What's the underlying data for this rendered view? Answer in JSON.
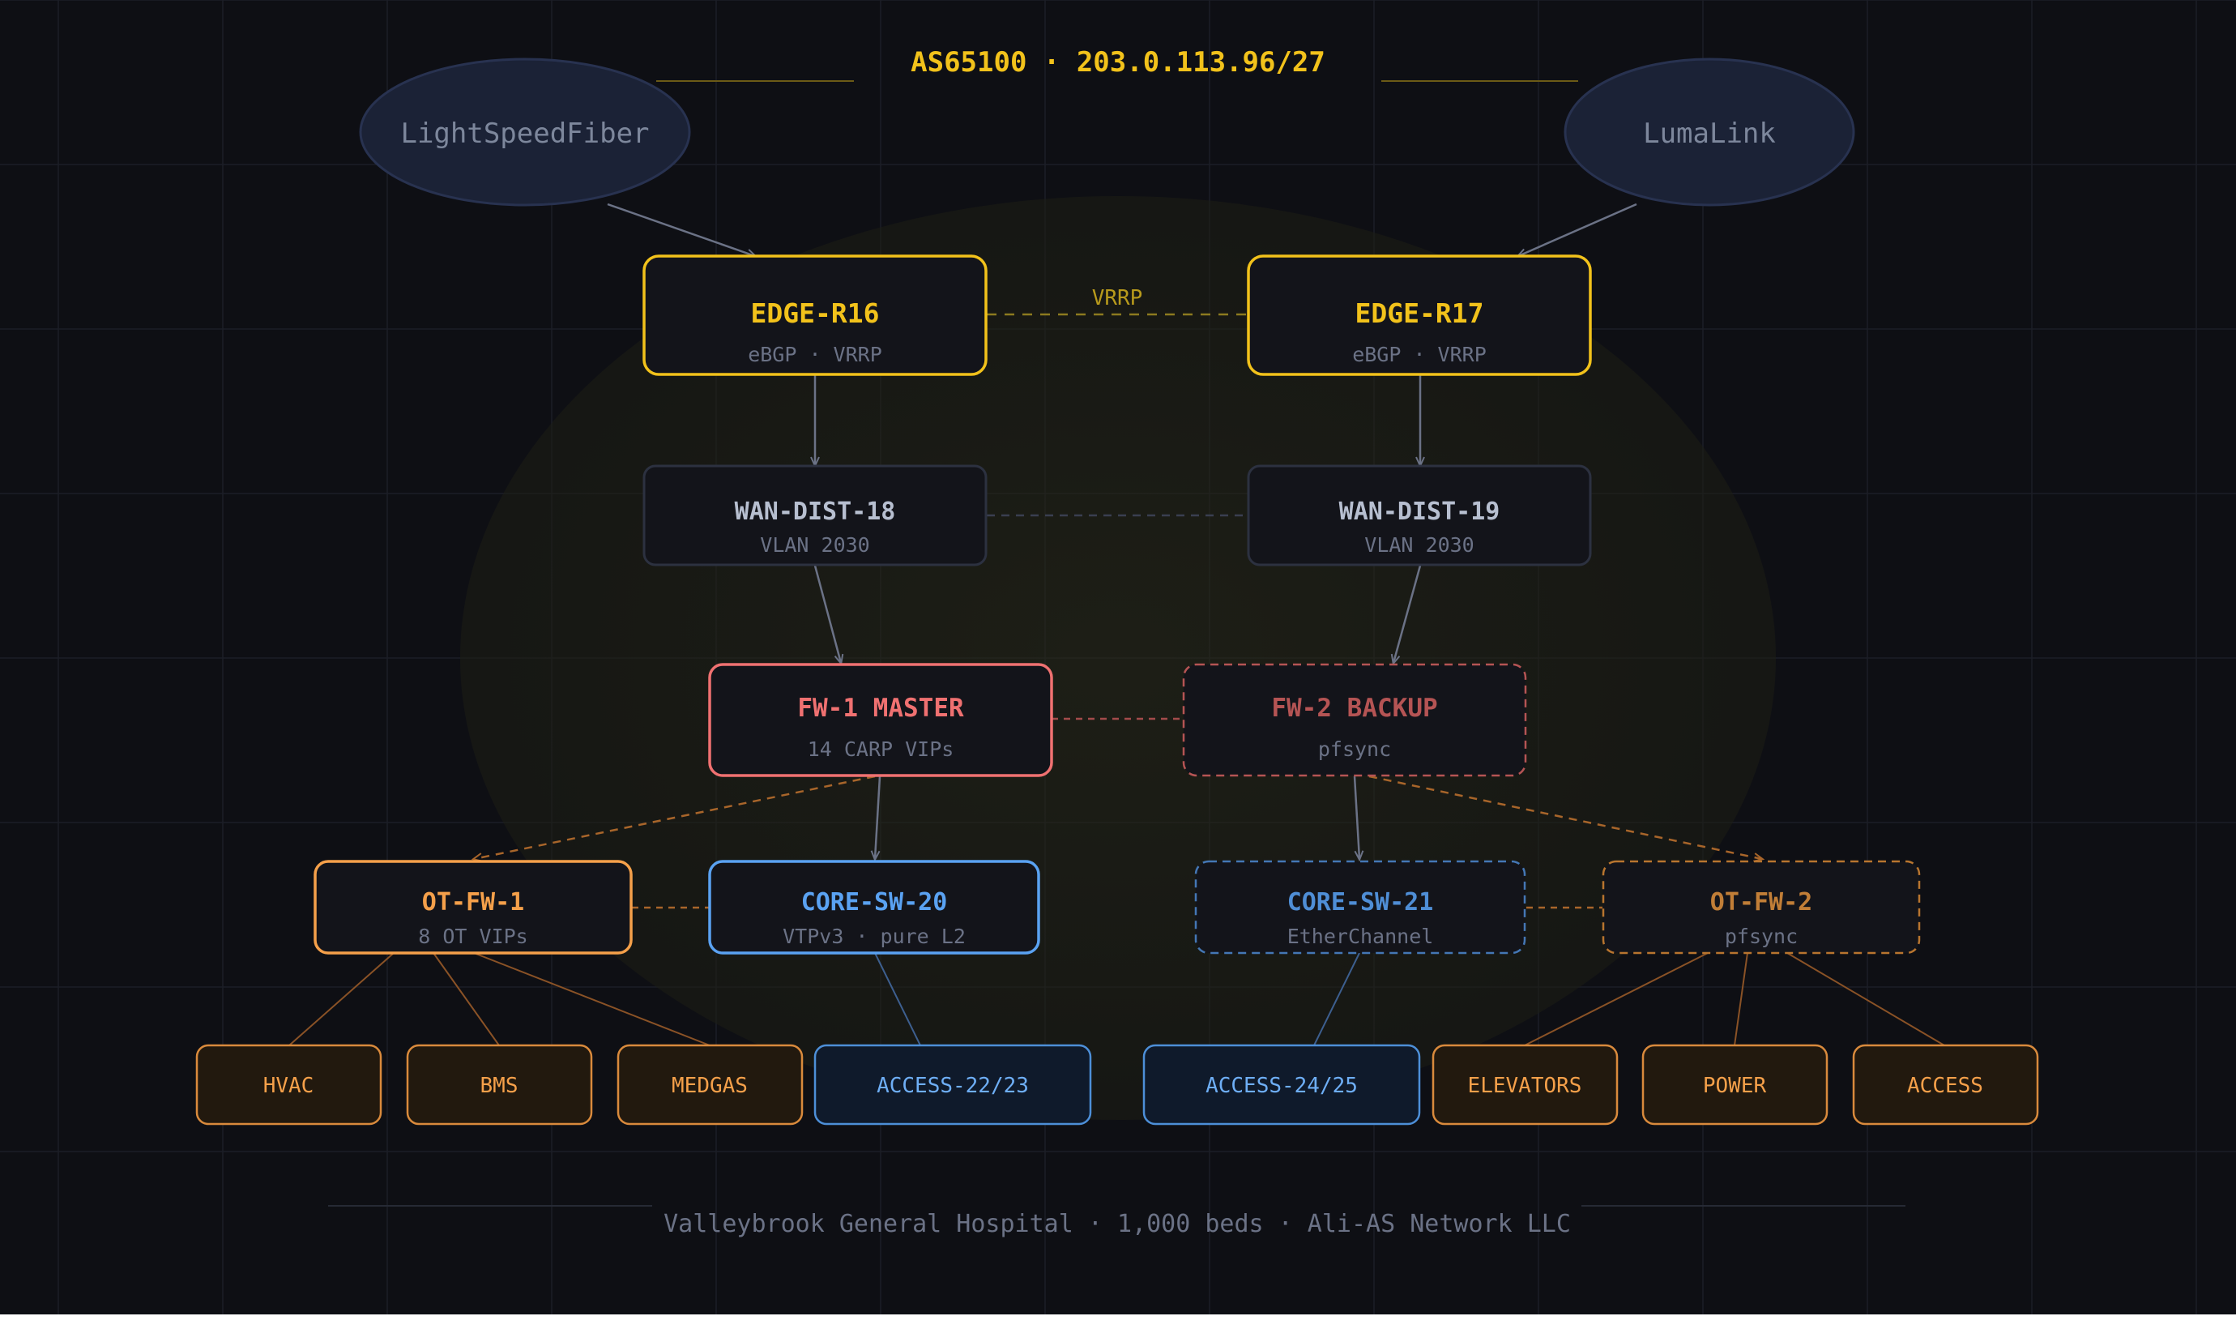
{
  "header": {
    "title": "AS65100 · 203.0.113.96/27"
  },
  "footer": {
    "caption": "Valleybrook General Hospital · 1,000 beds · Ali-AS Network LLC"
  },
  "colors": {
    "background": "#0e0f14",
    "grid": "#1c1e26",
    "accent_yellow": "#f2c21b",
    "edge_stroke": "#6b7286",
    "fw_red": "#f07171",
    "ot_orange": "#f5a04a",
    "core_blue": "#5aa2f2",
    "isp_fill": "#1b2236",
    "isp_text": "#7d879c",
    "dist_text": "#b7bfd0",
    "sub_text": "#6b7286"
  },
  "isps": {
    "left": {
      "name": "LightSpeedFiber"
    },
    "right": {
      "name": "LumaLink"
    }
  },
  "edge": {
    "r16": {
      "name": "EDGE-R16",
      "sub": "eBGP · VRRP"
    },
    "r17": {
      "name": "EDGE-R17",
      "sub": "eBGP · VRRP"
    },
    "link_label": "VRRP"
  },
  "wan": {
    "d18": {
      "name": "WAN-DIST-18",
      "sub": "VLAN 2030"
    },
    "d19": {
      "name": "WAN-DIST-19",
      "sub": "VLAN 2030"
    }
  },
  "firewalls": {
    "fw1": {
      "name": "FW-1 MASTER",
      "sub": "14 CARP VIPs"
    },
    "fw2": {
      "name": "FW-2 BACKUP",
      "sub": "pfsync"
    }
  },
  "tier3": {
    "otfw1": {
      "name": "OT-FW-1",
      "sub": "8 OT VIPs"
    },
    "core20": {
      "name": "CORE-SW-20",
      "sub": "VTPv3 · pure L2"
    },
    "core21": {
      "name": "CORE-SW-21",
      "sub": "EtherChannel"
    },
    "otfw2": {
      "name": "OT-FW-2",
      "sub": "pfsync"
    }
  },
  "leaves": {
    "hvac": "HVAC",
    "bms": "BMS",
    "medgas": "MEDGAS",
    "access2223": "ACCESS-22/23",
    "access2425": "ACCESS-24/25",
    "elevators": "ELEVATORS",
    "power": "POWER",
    "access": "ACCESS"
  }
}
